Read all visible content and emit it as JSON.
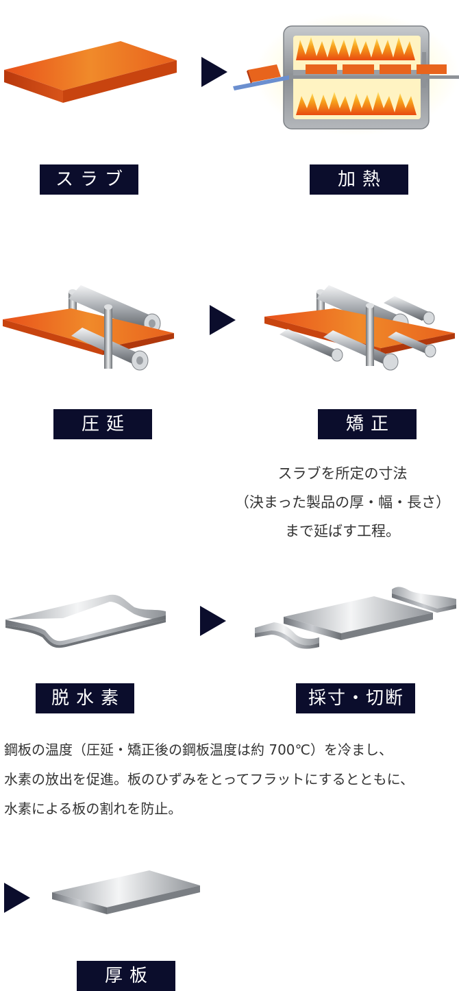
{
  "steps": {
    "slab": {
      "label": "スラブ",
      "icon": "slab-icon"
    },
    "heating": {
      "label": "加熱",
      "icon": "furnace-icon"
    },
    "rolling": {
      "label": "圧延",
      "icon": "rolling-mill-icon"
    },
    "leveling": {
      "label": "矯正",
      "icon": "leveler-icon"
    },
    "dehydrogenation": {
      "label": "脱水素",
      "icon": "cooling-plate-icon"
    },
    "cutting": {
      "label": "採寸・切断",
      "icon": "cut-plate-icon"
    },
    "plate": {
      "label": "厚板",
      "icon": "finished-plate-icon"
    }
  },
  "descriptions": {
    "rolling": [
      "スラブを所定の寸法",
      "（決まった製品の厚・幅・長さ）",
      "まで延ばす工程。"
    ],
    "dehydrogenation": [
      "鋼板の温度（圧延・矯正後の鋼板温度は約 700℃）を冷まし、",
      "水素の放出を促進。板のひずみをとってフラットにするとともに、",
      "水素による板の割れを防止。"
    ]
  },
  "colors": {
    "label_bg": "#0b0d2c",
    "hot_steel": "#e8691c",
    "steel": "#b8bcc0"
  }
}
